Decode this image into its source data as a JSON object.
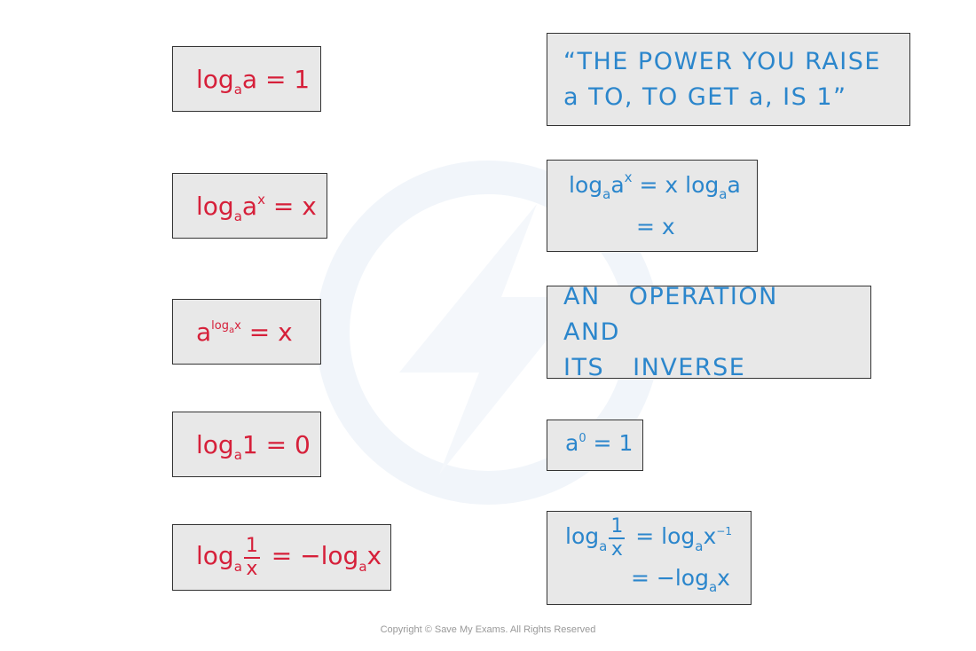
{
  "colors": {
    "left_text": "#d6203a",
    "right_text": "#2b86cc",
    "box_fill": "#e8e8e8",
    "box_border": "#333333"
  },
  "left": {
    "r1": {
      "log": "log",
      "base": "a",
      "rest": "a = 1"
    },
    "r2": {
      "log": "log",
      "base": "a",
      "arg": "a",
      "exp": "x",
      "rest": " = x"
    },
    "r3": {
      "a": "a",
      "exp_log": "log",
      "exp_base": "a",
      "exp_x": "x",
      "rest": " = x"
    },
    "r4": {
      "log": "log",
      "base": "a",
      "rest": "1 = 0"
    },
    "r5": {
      "log": "log",
      "base": "a",
      "num": "1",
      "den": "x",
      "rest": " = −",
      "log2": "log",
      "base2": "a",
      "x": "x"
    }
  },
  "right": {
    "r1": {
      "line1": "“THE POWER YOU RAISE",
      "line2": "a TO, TO GET a, IS 1”"
    },
    "r2": {
      "log": "log",
      "base": "a",
      "arg": "a",
      "exp": "x",
      "mid": " = x ",
      "log2": "log",
      "base2": "a",
      "arg2": "a",
      "line2": "= x"
    },
    "r3": {
      "line1": "AN OPERATION AND",
      "line2": "ITS INVERSE"
    },
    "r4": {
      "a": "a",
      "exp": "0",
      "rest": " = 1"
    },
    "r5": {
      "log": "log",
      "base": "a",
      "num": "1",
      "den": "x",
      "mid": " = ",
      "log2": "log",
      "base2": "a",
      "x": "x",
      "exp": "−1",
      "line2a": "= −",
      "log3": "log",
      "base3": "a",
      "x3": "x"
    }
  },
  "footer": {
    "copyright": "Copyright © Save My Exams. All Rights Reserved"
  }
}
